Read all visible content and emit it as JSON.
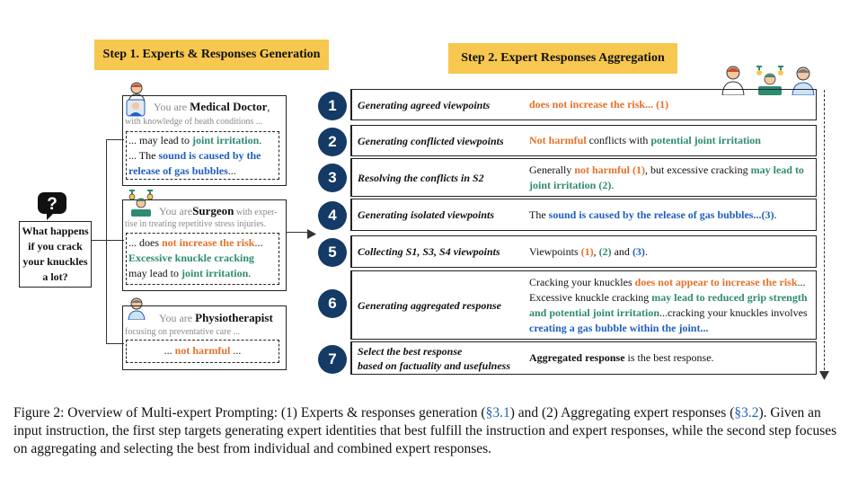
{
  "step1_title": "Step 1. Experts & Responses Generation",
  "step2_title": "Step 2. Expert Responses Aggregation",
  "question": "What happens if you crack your knuckles a lot?",
  "question_icon": "question-bubble-icon",
  "experts": [
    {
      "prefix": "You are",
      "role": "Medical Doctor",
      "suffix": ",",
      "desc": "with knowledge of heath conditions ...",
      "icon": "doctor-icon",
      "resp_a": "... may lead to ",
      "resp_b": "joint irritation",
      "resp_c": ".",
      "resp_d": "... The ",
      "resp_e": "sound is caused by the release of gas bubbles",
      "resp_f": "..."
    },
    {
      "prefix": "You are",
      "role": "Surgeon",
      "desc_a": " with exper-",
      "desc_b": "tise in treating repetitive stress injuries.",
      "icon": "surgeon-icon",
      "resp_a": "... does ",
      "resp_b": "not increase the risk",
      "resp_c": "...",
      "resp_d": "Excessive knuckle cracking",
      "resp_e": "may lead to ",
      "resp_f": "joint irritation",
      "resp_g": "."
    },
    {
      "prefix": "You are",
      "role": "Physiotherapist",
      "desc": "focusing on preventative care ...",
      "icon": "physiotherapist-icon",
      "resp_a": "... ",
      "resp_b": "not harmful",
      "resp_c": " ..."
    }
  ],
  "steps": [
    {
      "num": "1",
      "label": "Generating agreed viewpoints",
      "t1": "does not increase the risk... (1)"
    },
    {
      "num": "2",
      "label": "Generating conflicted viewpoints",
      "t1": "Not harmful",
      "t2": " conflicts with ",
      "t3": "potential joint irritation"
    },
    {
      "num": "3",
      "label": "Resolving the conflicts in S2",
      "t1": "Generally ",
      "t2": "not harmful (1)",
      "t3": ", but excessive cracking ",
      "t4": "may lead to joint irritation (2)",
      "t5": "."
    },
    {
      "num": "4",
      "label": "Generating isolated viewpoints",
      "t1": "The ",
      "t2": "sound is caused by the release of gas bubbles...(3)",
      "t3": "."
    },
    {
      "num": "5",
      "label": "Collecting S1, S3, S4 viewpoints",
      "t1": "Viewpoints ",
      "t2": "(1)",
      "t3": ", ",
      "t4": "(2)",
      "t5": " and ",
      "t6": "(3)",
      "t7": "."
    },
    {
      "num": "6",
      "label": "Generating aggregated response",
      "t1": "Cracking your knuckles ",
      "t2": "does not appear to increase the risk",
      "t3": "... Excessive knuckle cracking ",
      "t4": "may lead to reduced grip strength and potential joint irritation",
      "t5": "...cracking your knuckles involves ",
      "t6": "creating a gas bubble within the joint...",
      "t7": ""
    },
    {
      "num": "7",
      "label_a": "Select the best response",
      "label_b": "based on factuality and usefulness",
      "t1": "Aggregated response",
      "t2": " is the best response."
    }
  ],
  "caption": {
    "a": "Figure 2: Overview of Multi-expert Prompting: (1) Experts & responses generation (",
    "ref1": "§3.1",
    "b": ") and (2) Aggregating expert responses (",
    "ref2": "§3.2",
    "c": "). Given an input instruction, the first step targets generating expert identities that best fulfill the instruction and expert responses, while the second step focuses on aggregating and selecting the best from individual and combined expert responses."
  },
  "colors": {
    "orange": "#e4712a",
    "green": "#2e8b73",
    "blue": "#1f5fbf",
    "header_bg": "#f7c74f",
    "circle": "#143a66"
  }
}
